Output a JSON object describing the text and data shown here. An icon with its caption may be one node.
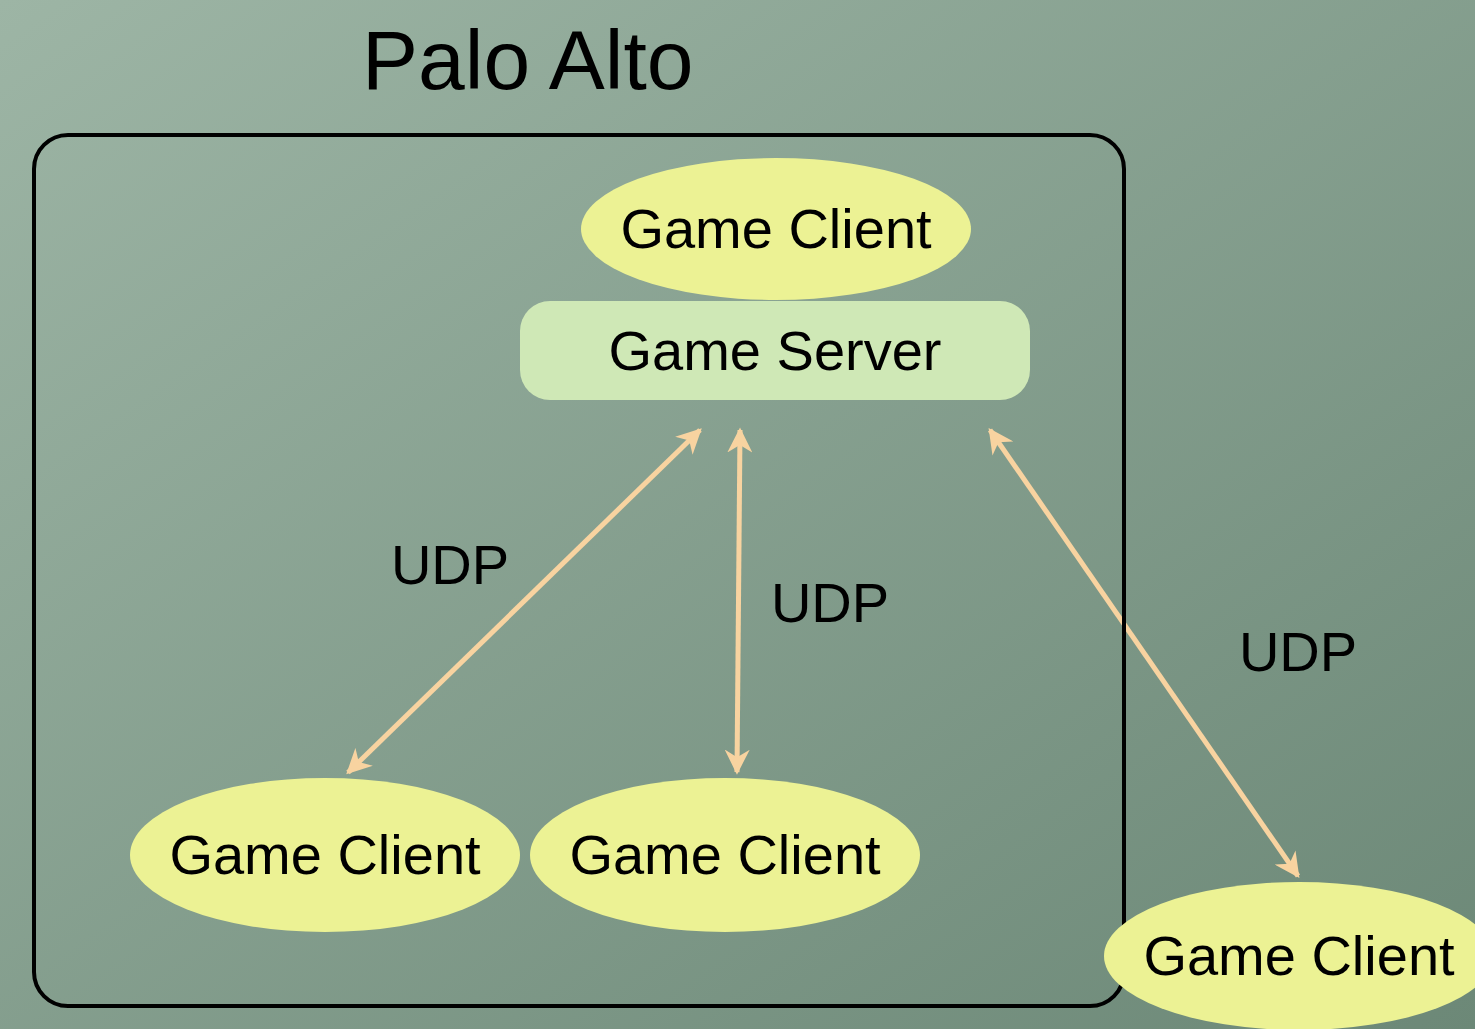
{
  "diagram": {
    "nodes": [
      {
        "text": [
          "Palo Alto"
        ]
      },
      {
        "text": [
          "Game Client"
        ],
        "in": 0
      },
      {
        "text": [
          "Game Server"
        ],
        "in": 0
      },
      {
        "text": [
          "Game Client"
        ],
        "in": 0
      },
      {
        "text": [
          "Game Client"
        ],
        "in": 0
      },
      {
        "text": [
          "Game Client"
        ]
      }
    ],
    "edges": [
      {
        "from": 2,
        "to": 3,
        "arrow": "both",
        "label": "UDP"
      },
      {
        "from": 2,
        "to": 4,
        "arrow": "both",
        "label": "UDP"
      },
      {
        "from": 2,
        "to": 5,
        "arrow": "both",
        "label": "UDP"
      }
    ]
  }
}
